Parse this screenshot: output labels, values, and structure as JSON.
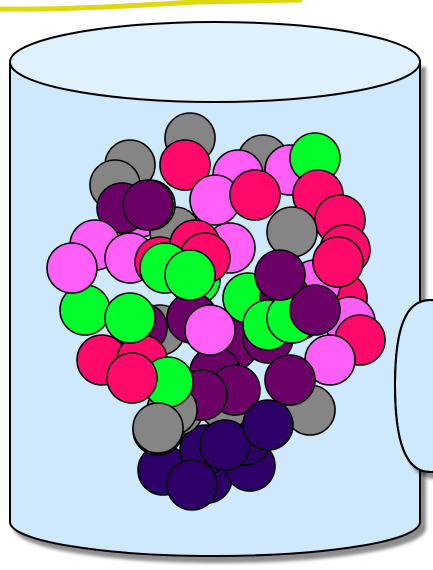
{
  "palette": {
    "jar_fill": "#cde9fb",
    "jar_top": "#dff1fd",
    "outline": "#000000",
    "accent_stroke": "#ddd80f"
  },
  "ball_colors": {
    "pink": "#ff5ff7",
    "magenta": "#ff0a6b",
    "green": "#00ff2b",
    "gray": "#858585",
    "purple": "#6b0066",
    "indigo": "#2c0066"
  },
  "balls": [
    {
      "color": "indigo"
    },
    {
      "color": "indigo"
    },
    {
      "color": "indigo"
    },
    {
      "color": "indigo"
    },
    {
      "color": "indigo"
    },
    {
      "color": "indigo"
    },
    {
      "color": "gray"
    },
    {
      "color": "gray"
    },
    {
      "color": "gray"
    },
    {
      "color": "purple"
    },
    {
      "color": "purple"
    },
    {
      "color": "purple"
    },
    {
      "color": "purple"
    },
    {
      "color": "purple"
    },
    {
      "color": "gray"
    },
    {
      "color": "gray"
    },
    {
      "color": "gray"
    },
    {
      "color": "magenta"
    },
    {
      "color": "pink"
    },
    {
      "color": "pink"
    },
    {
      "color": "gray"
    },
    {
      "color": "green"
    },
    {
      "color": "pink"
    },
    {
      "color": "magenta"
    },
    {
      "color": "pink"
    },
    {
      "color": "magenta"
    },
    {
      "color": "magenta"
    },
    {
      "color": "purple"
    },
    {
      "color": "pink"
    },
    {
      "color": "pink"
    },
    {
      "color": "gray"
    },
    {
      "color": "magenta"
    },
    {
      "color": "magenta"
    },
    {
      "color": "pink"
    },
    {
      "color": "magenta"
    },
    {
      "color": "gray"
    },
    {
      "color": "green"
    },
    {
      "color": "magenta"
    },
    {
      "color": "pink"
    },
    {
      "color": "green"
    },
    {
      "color": "green"
    },
    {
      "color": "purple"
    },
    {
      "color": "pink"
    },
    {
      "color": "green"
    },
    {
      "color": "green"
    },
    {
      "color": "gray"
    },
    {
      "color": "magenta"
    },
    {
      "color": "gray"
    },
    {
      "color": "purple"
    },
    {
      "color": "purple"
    },
    {
      "color": "magenta"
    },
    {
      "color": "magenta"
    },
    {
      "color": "pink"
    },
    {
      "color": "green"
    },
    {
      "color": "green"
    },
    {
      "color": "pink"
    },
    {
      "color": "green"
    },
    {
      "color": "purple"
    },
    {
      "color": "pink"
    },
    {
      "color": "green"
    },
    {
      "color": "purple"
    },
    {
      "color": "magenta"
    },
    {
      "color": "green"
    },
    {
      "color": "magenta"
    },
    {
      "color": "magenta"
    },
    {
      "color": "purple"
    },
    {
      "color": "purple"
    },
    {
      "color": "green"
    },
    {
      "color": "gray"
    },
    {
      "color": "indigo"
    },
    {
      "color": "indigo"
    },
    {
      "color": "indigo"
    }
  ]
}
